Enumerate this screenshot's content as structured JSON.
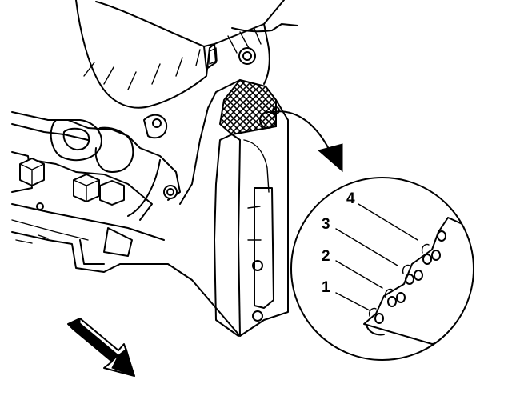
{
  "figure": {
    "callouts": [
      {
        "id": 1,
        "label": "1"
      },
      {
        "id": 2,
        "label": "2"
      },
      {
        "id": 3,
        "label": "3"
      },
      {
        "id": 4,
        "label": "4"
      }
    ],
    "icons": {
      "direction_arrow": "front-direction-arrow-icon",
      "detail_arrow": "curved-pointer-arrow-icon",
      "crosshatch": "crosshatch-location-icon"
    },
    "colors": {
      "line": "#000000",
      "background": "#ffffff"
    }
  }
}
